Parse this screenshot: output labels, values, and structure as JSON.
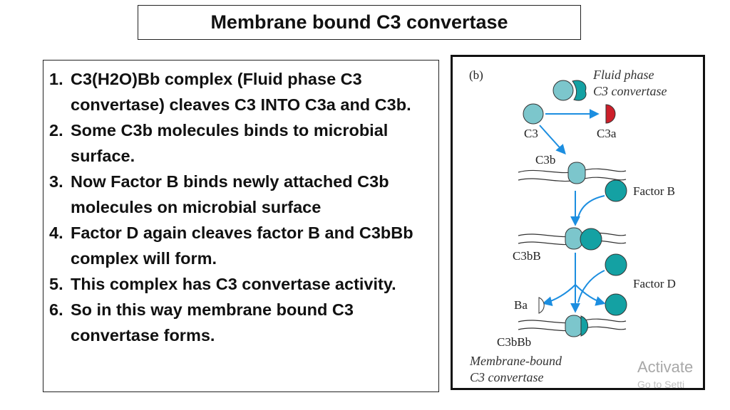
{
  "title": "Membrane bound C3 convertase",
  "steps": [
    {
      "num": "1.",
      "text": "C3(H2O)Bb complex (Fluid phase C3 convertase)  cleaves C3 INTO C3a and C3b."
    },
    {
      "num": "2.",
      "text": "Some C3b molecules binds to microbial surface."
    },
    {
      "num": "3.",
      "text": "Now Factor B binds newly attached C3b molecules on microbial surface"
    },
    {
      "num": "4.",
      "text": "Factor D again cleaves factor B and C3bBb complex will form."
    },
    {
      "num": "5.",
      "text": "This complex has C3 convertase activity."
    },
    {
      "num": "6.",
      "text": "So in this way membrane bound C3 convertase forms."
    }
  ],
  "figure": {
    "panel_label": "(b)",
    "fluid_phase_line1": "Fluid phase",
    "fluid_phase_line2": "C3 convertase",
    "c3": "C3",
    "c3a": "C3a",
    "c3b": "C3b",
    "factor_b": "Factor B",
    "c3bb": "C3bB",
    "factor_d": "Factor D",
    "ba": "Ba",
    "c3bbb": "C3bBb",
    "membrane_bound_line1": "Membrane-bound",
    "membrane_bound_line2": "C3 convertase",
    "colors": {
      "c3_light": "#7cc6cc",
      "factor_b_teal": "#14a1a3",
      "arrow_blue": "#1c8ee0",
      "c3a_red": "#cc1f2a"
    }
  },
  "watermark": {
    "line1": "Activate",
    "line2": "Go to Setti"
  }
}
